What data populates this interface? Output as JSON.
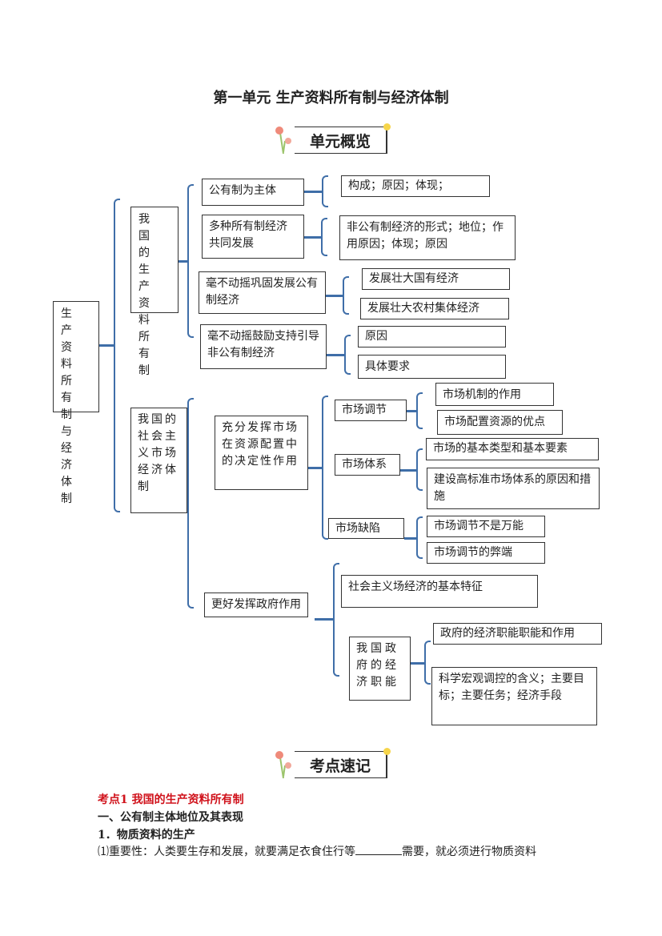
{
  "title": "第一单元 生产资料所有制与经济体制",
  "badge1": "单元概览",
  "badge2": "考点速记",
  "map": {
    "root": "生产资料所有制与经济体制",
    "a1": "我国的生产资料所有制",
    "a2": "我国的社会主义市场经济体制",
    "b1": "公有制为主体",
    "b2": "多种所有制经济共同发展",
    "b3": "毫不动摇巩固发展公有制经济",
    "b4": "毫不动摇鼓励支持引导非公有制经济",
    "c1": "构成；原因；体现；",
    "c2": "非公有制经济的形式；地位；作用原因；体现；原因",
    "c3": "发展壮大国有经济",
    "c4": "发展壮大农村集体经济",
    "c5": "原因",
    "c6": "具体要求",
    "d1": "充分发挥市场在资源配置中的决定性作用",
    "d2": "更好发挥政府作用",
    "e1": "市场调节",
    "e2": "市场体系",
    "e3": "市场缺陷",
    "e4": "社会主义场经济的基本特征",
    "e5": "我国政府的经济职能",
    "f1": "市场机制的作用",
    "f2": "市场配置资源的优点",
    "f3": "市场的基本类型和基本要素",
    "f4": "建设高标准市场体系的原因和措施",
    "f5": "市场调节不是万能",
    "f6": "市场调节的弊端",
    "f7": "政府的经济职能职能和作用",
    "f8": "科学宏观调控的含义；主要目标；主要任务；经济手段"
  },
  "notes": {
    "point1": "考点1  我国的生产资料所有制",
    "section1": "一、公有制主体地位及其表现",
    "sub1": "1．物质资料的生产",
    "line1_a": "⑴重要性：人类要生存和发展，就要满足衣食住行等",
    "line1_b": "需要，就必须进行物质资料"
  },
  "colors": {
    "bracket": "#3f6ea8",
    "point_red": "#d0121b"
  }
}
